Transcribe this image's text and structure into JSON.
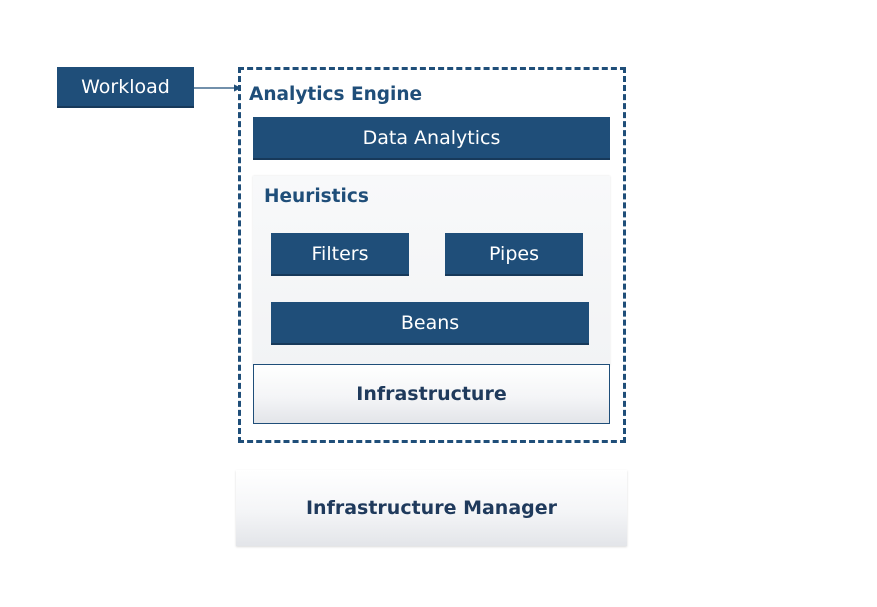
{
  "workload": {
    "label": "Workload"
  },
  "analytics_engine": {
    "title": "Analytics Engine",
    "data_analytics": "Data Analytics",
    "heuristics": {
      "title": "Heuristics",
      "filters": "Filters",
      "pipes": "Pipes",
      "beans": "Beans"
    },
    "infrastructure": "Infrastructure"
  },
  "infrastructure_manager": {
    "label": "Infrastructure Manager"
  },
  "colors": {
    "box_fill": "#1f4e79",
    "box_text": "#ffffff",
    "heading_text": "#1f4e79",
    "light_box_text": "#1f3a5c"
  }
}
